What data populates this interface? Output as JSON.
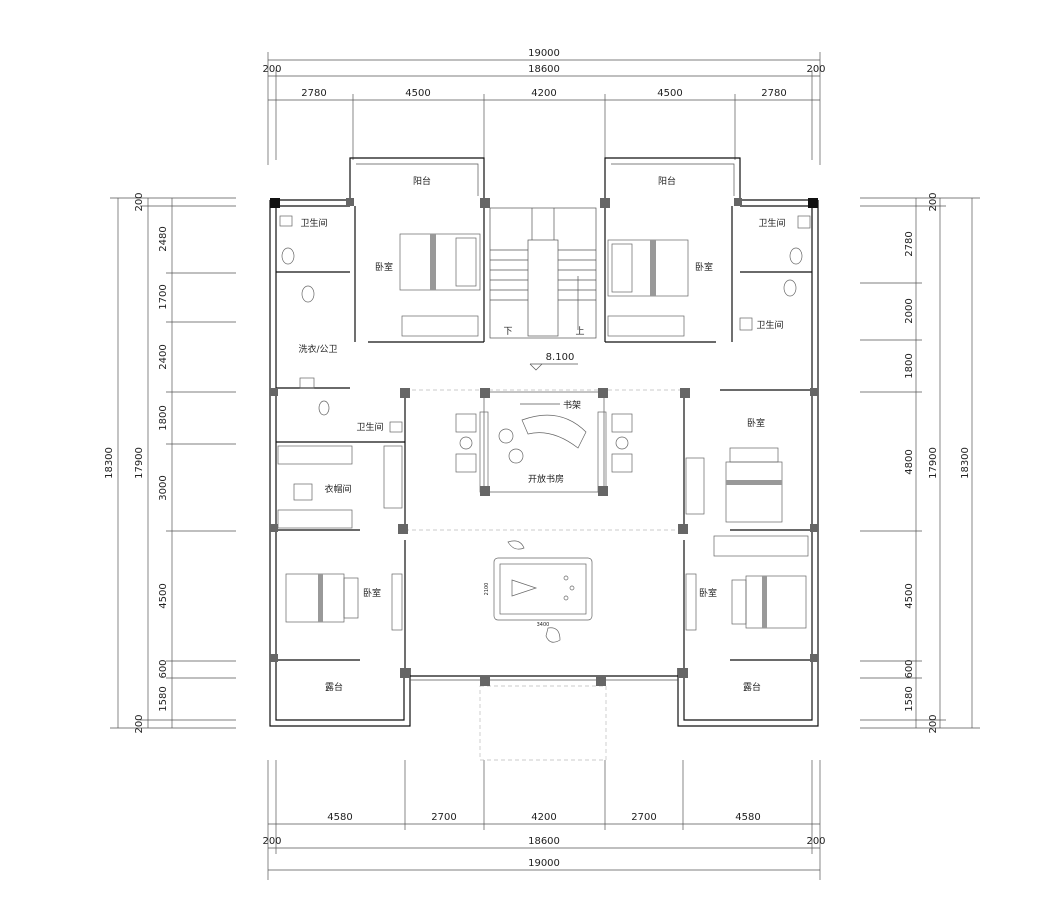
{
  "dimensions": {
    "top": {
      "overall": "19000",
      "inner": "18600",
      "edge_left": "200",
      "edge_right": "200",
      "segments": [
        "2780",
        "4500",
        "4200",
        "4500",
        "2780"
      ]
    },
    "bottom": {
      "overall": "19000",
      "inner": "18600",
      "edge_left": "200",
      "edge_right": "200",
      "segments": [
        "4580",
        "2700",
        "4200",
        "2700",
        "4580"
      ]
    },
    "left": {
      "overall": "18300",
      "inner": "17900",
      "edge_top": "200",
      "edge_bottom": "200",
      "segments": [
        "2480",
        "1700",
        "2400",
        "1800",
        "3000",
        "4500",
        "600",
        "1580"
      ]
    },
    "right": {
      "overall": "18300",
      "inner": "17900",
      "edge_top": "200",
      "edge_bottom": "200",
      "segments": [
        "2780",
        "2000",
        "1800",
        "4800",
        "4500",
        "600",
        "1580"
      ]
    }
  },
  "rooms": {
    "balcony_left": "阳台",
    "balcony_right": "阳台",
    "bath_tl": "卫生间",
    "bath_tr": "卫生间",
    "bath_r2": "卫生间",
    "bath_mid_left": "卫生间",
    "bedroom_tl": "卧室",
    "bedroom_tr": "卧室",
    "bedroom_right_mid": "卧室",
    "bedroom_bl": "卧室",
    "bedroom_br": "卧室",
    "laundry": "洗衣/公卫",
    "closet": "衣帽间",
    "bookshelf": "书架",
    "study": "开放书房",
    "terrace_left": "露台",
    "terrace_right": "露台"
  },
  "stairs": {
    "down": "下",
    "up": "上"
  },
  "elevation": "8.100",
  "table_dims": {
    "width": "3400",
    "height": "2100"
  }
}
